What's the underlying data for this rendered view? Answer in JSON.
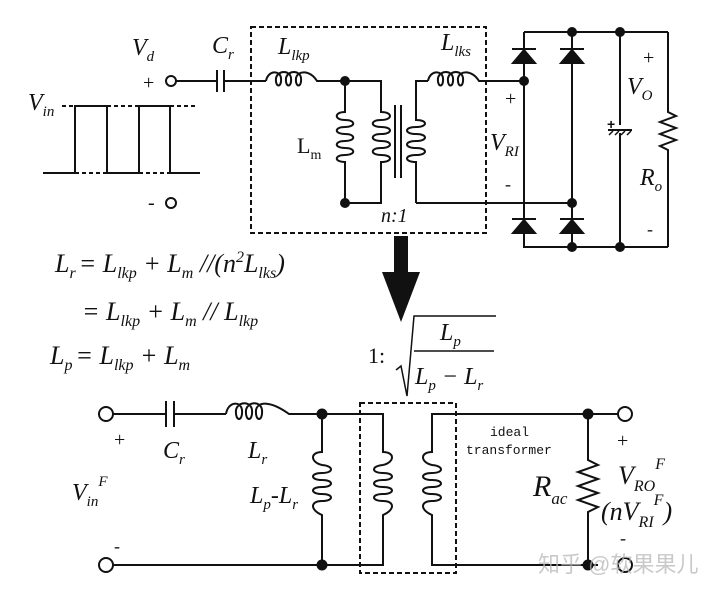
{
  "top_circuit": {
    "source_label": "V",
    "source_sub": "in",
    "vd_label": "V",
    "vd_sub": "d",
    "plus": "+",
    "minus": "-",
    "cr_label": "C",
    "cr_sub": "r",
    "llkp_label": "L",
    "llkp_sub": "lkp",
    "lm_label": "L",
    "lm_sub": "m",
    "llks_label": "L",
    "llks_sub": "lks",
    "turns_ratio": "n:1",
    "vri_label": "V",
    "vri_sub": "RI",
    "vri_plus": "+",
    "vri_minus": "-",
    "vo_label": "V",
    "vo_sub": "O",
    "vo_plus": "+",
    "vo_minus": "-",
    "ro_label": "R",
    "ro_sub": "o"
  },
  "equations": {
    "line1": {
      "lhs": "L",
      "lhs_sub": "r",
      "rhs_parts": [
        "= L",
        "lkp",
        " + L",
        "m",
        " //(n",
        "2",
        "L",
        "lks",
        ")"
      ]
    },
    "line2": {
      "rhs_parts": [
        "= L",
        "lkp",
        " + L",
        "m",
        " // L",
        "lkp"
      ]
    },
    "line3": {
      "lhs": "L",
      "lhs_sub": "p",
      "rhs_parts": [
        "= L",
        "lkp",
        " + L",
        "m"
      ]
    }
  },
  "ratio_formula": {
    "prefix": "1:",
    "num": "L",
    "num_sub": "p",
    "den_a": "L",
    "den_a_sub": "p",
    "den_op": " − ",
    "den_b": "L",
    "den_b_sub": "r"
  },
  "bottom_circuit": {
    "vin_label": "V",
    "vin_sub": "in",
    "vin_sup": "F",
    "plus": "+",
    "minus": "-",
    "cr_label": "C",
    "cr_sub": "r",
    "lr_label": "L",
    "lr_sub": "r",
    "lplr_a": "L",
    "lplr_a_sub": "p",
    "lplr_dash": "-",
    "lplr_b": "L",
    "lplr_b_sub": "r",
    "ideal_line1": "ideal",
    "ideal_line2": "transformer",
    "rac_label": "R",
    "rac_sub": "ac",
    "vro_label": "V",
    "vro_sub": "RO",
    "vro_sup": "F",
    "nvri_open": "(nV",
    "nvri_sub": "RI",
    "nvri_sup": "F",
    "nvri_close": ")",
    "out_plus": "+",
    "out_minus": "-"
  },
  "watermark": "知乎 @软果果儿"
}
